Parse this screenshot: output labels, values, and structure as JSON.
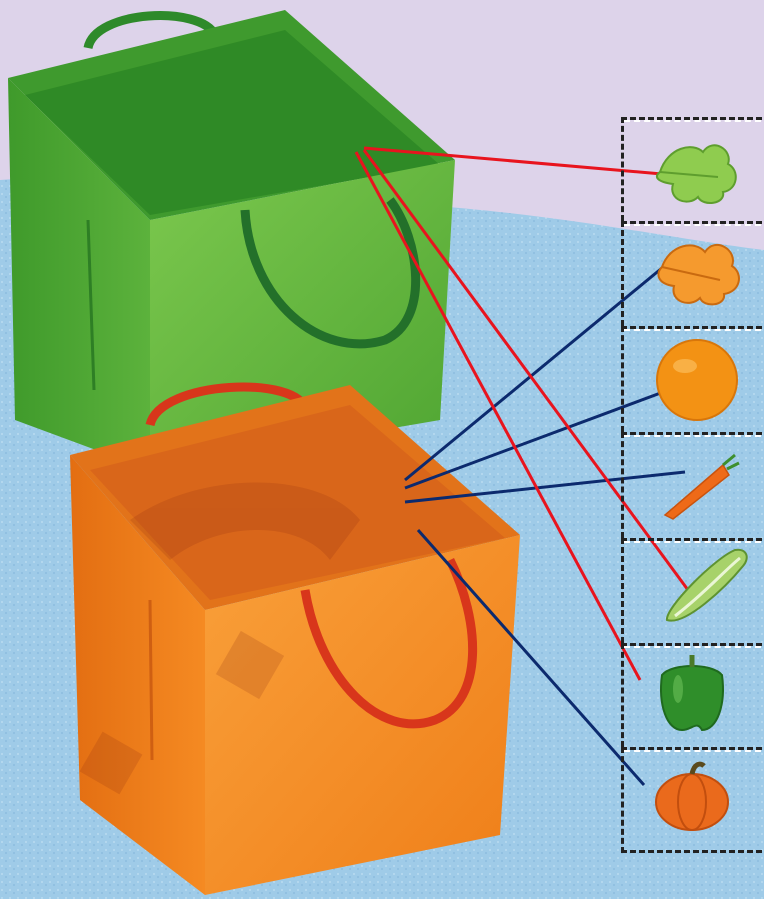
{
  "scene": {
    "type": "matching-activity",
    "bags": [
      {
        "id": "green-bag",
        "color": "#5fb83a"
      },
      {
        "id": "orange-bag",
        "color": "#f08a1e"
      }
    ],
    "items": [
      {
        "id": "green-leaf",
        "icon": "green-leaf-icon",
        "matched_bag": "green-bag",
        "line_color": "#e8141e"
      },
      {
        "id": "orange-leaf",
        "icon": "orange-leaf-icon",
        "matched_bag": "orange-bag",
        "line_color": "#0c2a6e"
      },
      {
        "id": "orange-fruit",
        "icon": "orange-fruit-icon",
        "matched_bag": "orange-bag",
        "line_color": "#0c2a6e"
      },
      {
        "id": "carrot",
        "icon": "carrot-icon",
        "matched_bag": "orange-bag",
        "line_color": "#0c2a6e"
      },
      {
        "id": "cucumber",
        "icon": "cucumber-icon",
        "matched_bag": "green-bag",
        "line_color": "#e8141e"
      },
      {
        "id": "green-pepper",
        "icon": "green-pepper-icon",
        "matched_bag": "green-bag",
        "line_color": "#e8141e"
      },
      {
        "id": "pumpkin",
        "icon": "pumpkin-icon",
        "matched_bag": "orange-bag",
        "line_color": "#0c2a6e"
      }
    ],
    "colors": {
      "background_lavender": "#ddd3ea",
      "table_blue": "#9cc8e6",
      "red_line": "#e8141e",
      "navy_line": "#0c2a6e"
    }
  }
}
